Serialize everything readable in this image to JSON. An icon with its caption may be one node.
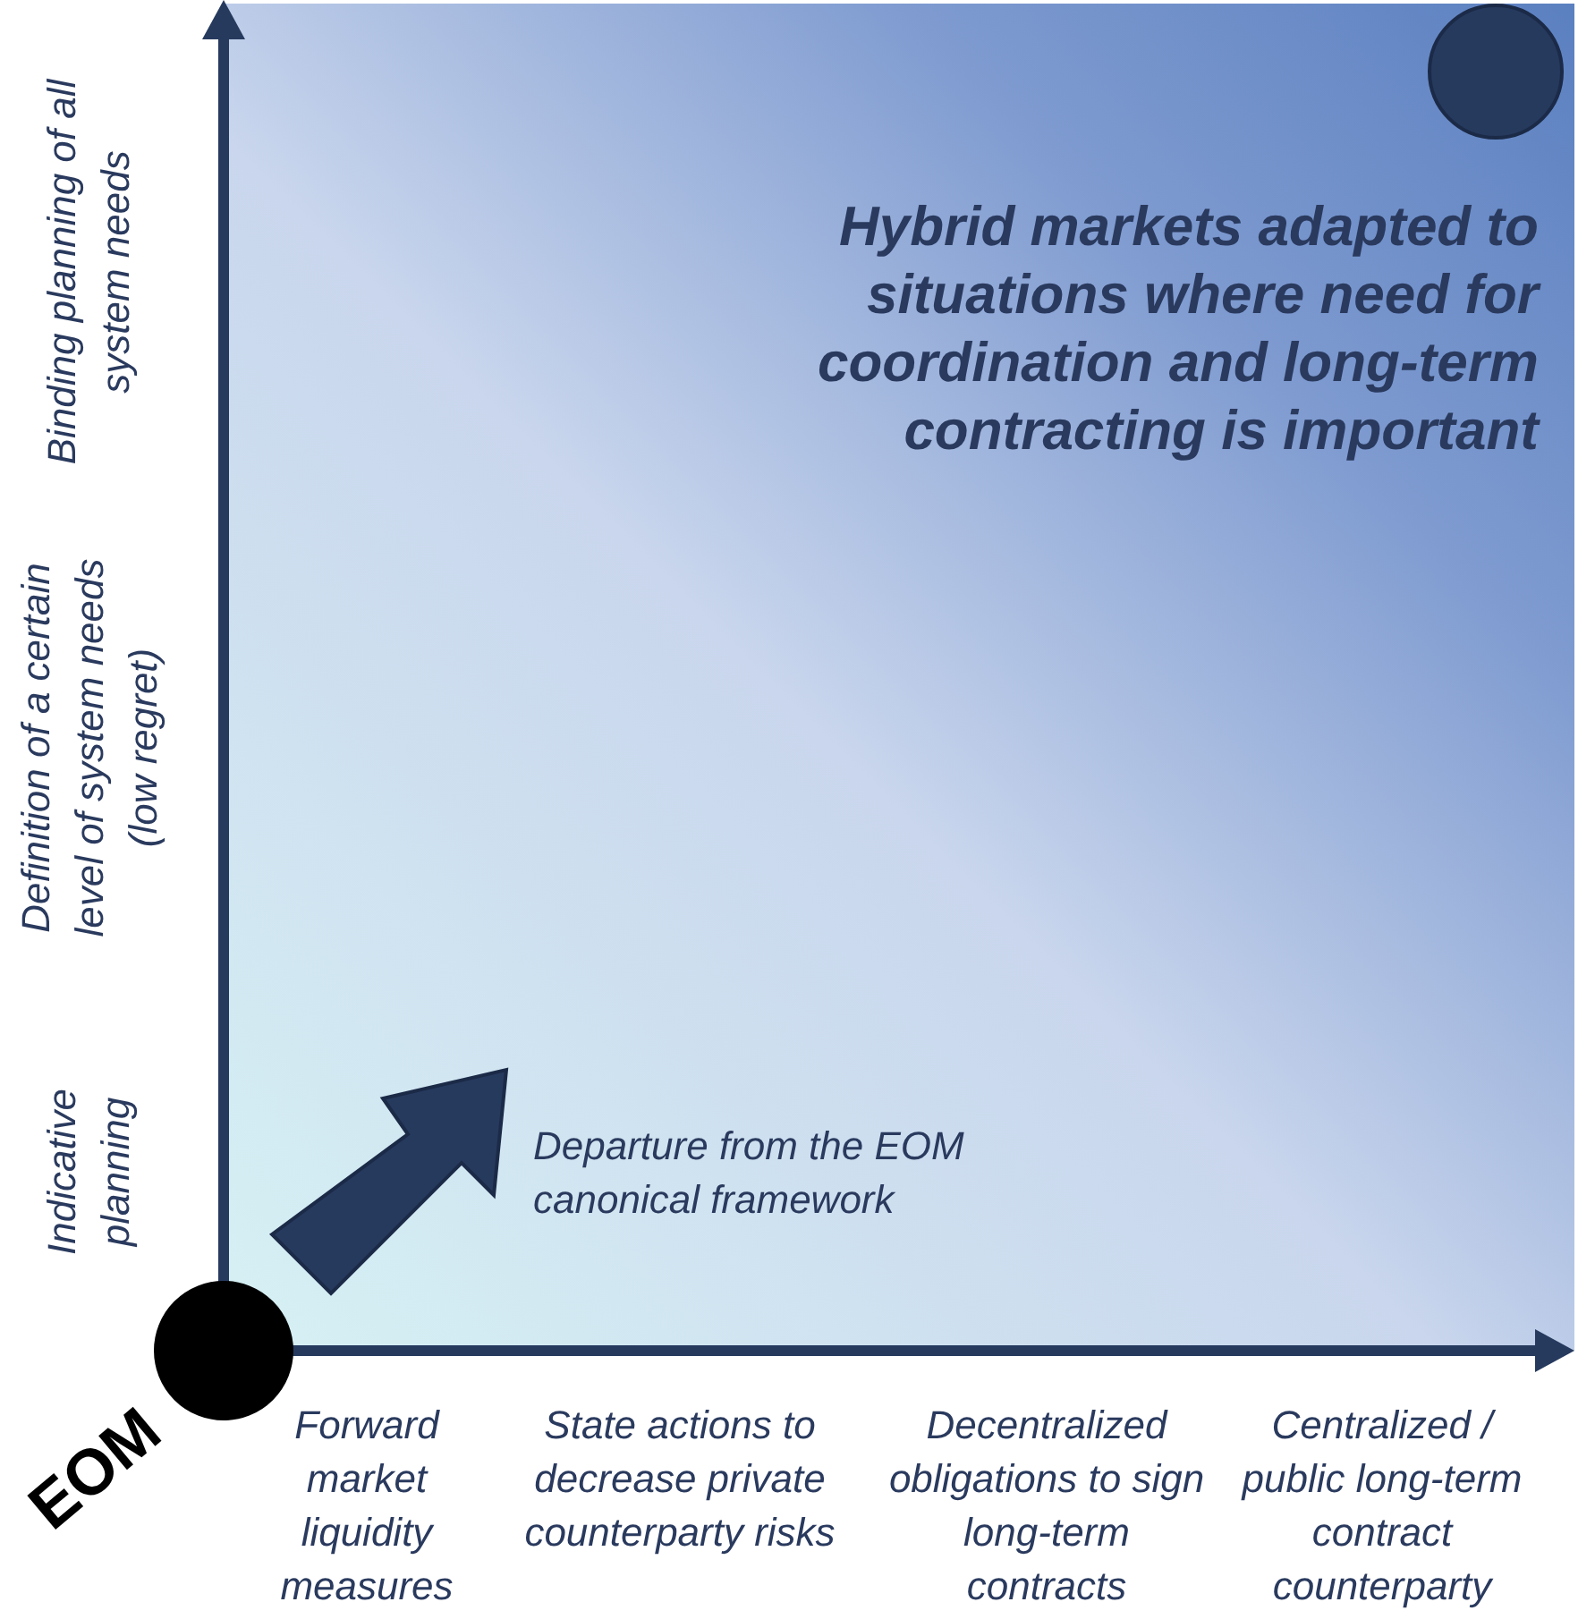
{
  "diagram": {
    "nodes": [
      {
        "text": [
          "EOM"
        ]
      },
      {
        "text": [],
        "shape": "circle"
      }
    ],
    "edges": [],
    "labels": [
      "Binding planning of all system needs",
      "Definition of a certain level of system needs (low regret)",
      "Indicative planning",
      "Hybrid markets adapted to situations where need for coordination and long-term contracting is important",
      "Departure from the EOM canonical framework",
      "Forward market liquidity measures",
      "State actions to decrease private counterparty risks",
      "Decentralized obligations to sign long-term contracts",
      "Centralized / public long-term contract counterparty"
    ]
  }
}
